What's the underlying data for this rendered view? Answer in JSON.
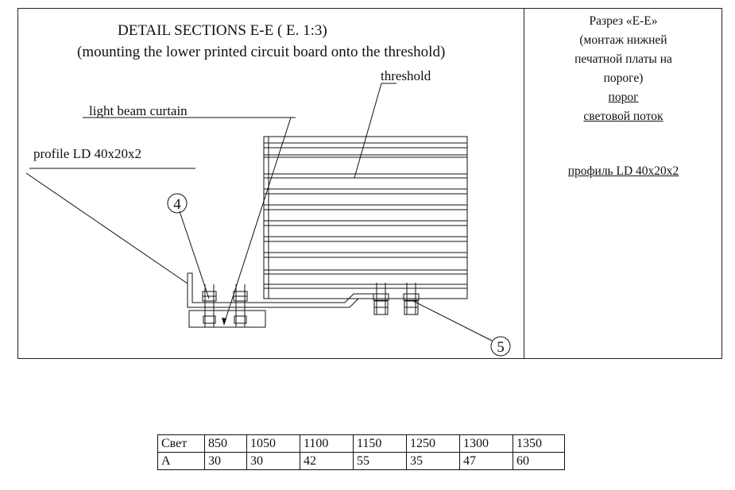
{
  "drawing": {
    "title": "DETAIL SECTIONS E-E ( E. 1:3)",
    "subtitle": "(mounting the lower printed circuit board onto the threshold)",
    "labels": {
      "threshold": "threshold",
      "light_beam": "light beam curtain",
      "profile": "profile LD 40x20x2"
    },
    "callouts": [
      "4",
      "5"
    ]
  },
  "russian_panel": {
    "lines": [
      "Разрез «Е-Е»",
      "(монтаж нижней",
      "печатной платы на",
      "пороге)"
    ],
    "threshold": "порог",
    "light_flow": "световой поток",
    "profile": "профиль LD 40x20x2"
  },
  "table": {
    "rows": [
      [
        "Свет",
        "850",
        "1050",
        "1100",
        "1150",
        "1250",
        "1300",
        "1350"
      ],
      [
        "A",
        "30",
        "30",
        "42",
        "55",
        "35",
        "47",
        "60"
      ]
    ]
  }
}
